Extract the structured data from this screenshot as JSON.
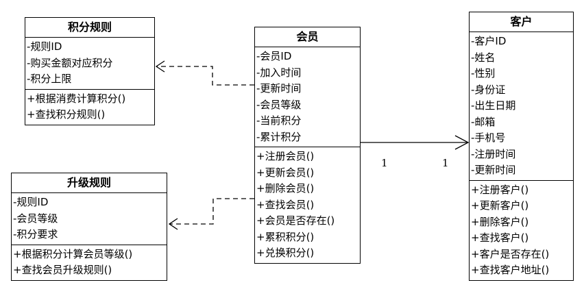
{
  "classes": {
    "jifen": {
      "title": "积分规则",
      "attributes": [
        "-规则ID",
        "-购买金额对应积分",
        "-积分上限"
      ],
      "methods": [
        "+根据消费计算积分()",
        "+查找积分规则()"
      ]
    },
    "shengji": {
      "title": "升级规则",
      "attributes": [
        "-规则ID",
        "-会员等级",
        "-积分要求"
      ],
      "methods": [
        "+根据积分计算会员等级()",
        "+查找会员升级规则()"
      ]
    },
    "huiyuan": {
      "title": "会员",
      "attributes": [
        "-会员ID",
        "-加入时间",
        "-更新时间",
        "-会员等级",
        "-当前积分",
        "-累计积分"
      ],
      "methods": [
        "+注册会员()",
        "+更新会员()",
        "+删除会员()",
        "+查找会员()",
        "+会员是否存在()",
        "+累积积分()",
        "+兑换积分()"
      ]
    },
    "kehu": {
      "title": "客户",
      "attributes": [
        "-客户ID",
        "-姓名",
        "-性别",
        "-身份证",
        "-出生日期",
        "-邮箱",
        "-手机号",
        "-注册时间",
        "-更新时间"
      ],
      "methods": [
        "+注册客户()",
        "+更新客户()",
        "+删除客户()",
        "+查找客户()",
        "+客户是否存在()",
        "+查找客户地址()"
      ]
    }
  },
  "association": {
    "source_multiplicity": "1",
    "target_multiplicity": "1"
  }
}
